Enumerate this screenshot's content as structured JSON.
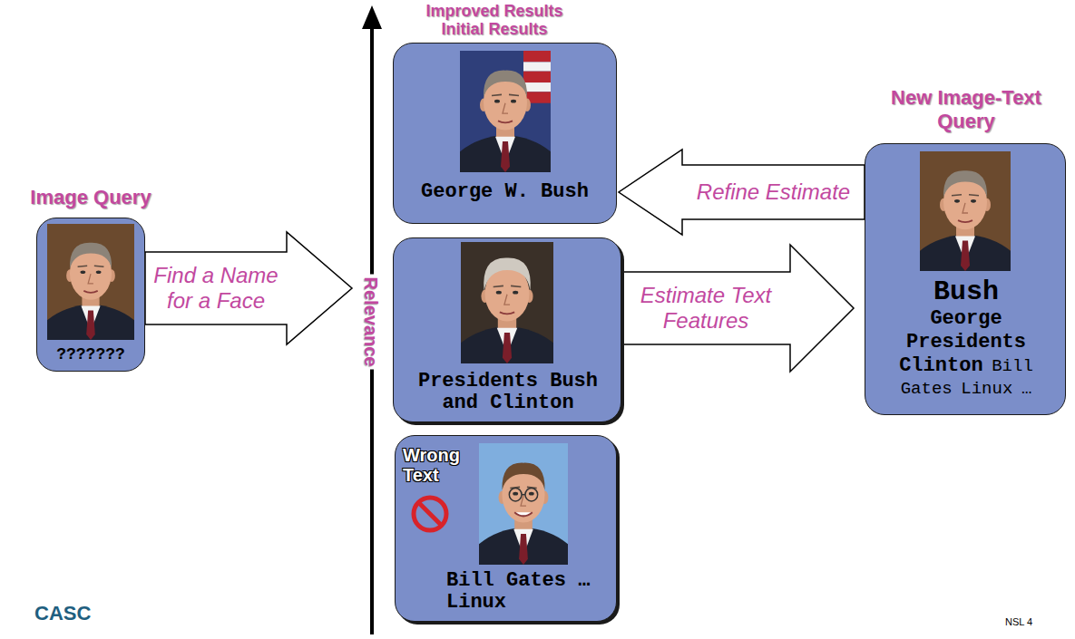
{
  "diagram": {
    "nodes": [
      {
        "text": [
          "Image Query",
          "???????"
        ]
      },
      {
        "text": [
          "George W. Bush"
        ]
      },
      {
        "text": [
          "Presidents Bush and Clinton"
        ]
      },
      {
        "text": [
          "Wrong Text",
          "Bill Gates …Linux"
        ]
      },
      {
        "text": [
          "New Image-Text Query",
          "Bush George Presidents Clinton Bill Gates Linux …"
        ]
      }
    ],
    "edges": [
      {
        "from": 0,
        "to": 2,
        "arrow": "to",
        "label": "Find a Name for a Face"
      },
      {
        "from": 2,
        "to": 4,
        "arrow": "to",
        "label": "Estimate Text Features"
      },
      {
        "from": 4,
        "to": 1,
        "arrow": "to",
        "label": "Refine Estimate"
      }
    ],
    "labels": [
      "Improved Results",
      "Initial Results",
      "Relevance",
      "CASC",
      "NSL 4"
    ]
  }
}
